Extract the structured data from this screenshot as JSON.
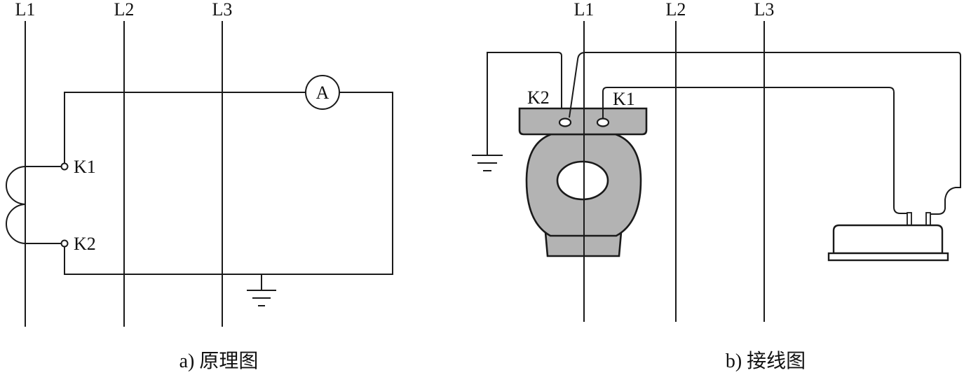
{
  "colors": {
    "line": "#1a1a1a",
    "ct_body": "#b3b3b3",
    "background": "#ffffff"
  },
  "schematic": {
    "phases": [
      "L1",
      "L2",
      "L3"
    ],
    "terminal_k1": "K1",
    "terminal_k2": "K2",
    "meter": "A",
    "caption": "a) 原理图"
  },
  "wiring": {
    "phases": [
      "L1",
      "L2",
      "L3"
    ],
    "terminal_k1": "K1",
    "terminal_k2": "K2",
    "caption": "b) 接线图"
  }
}
